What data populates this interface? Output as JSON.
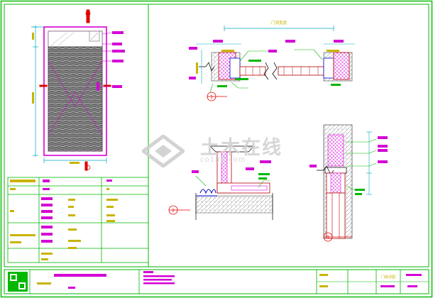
{
  "watermark": {
    "brand": "土木在线",
    "site": "co188.com"
  },
  "labels": {
    "title_block_caption": "门扇详图",
    "detail_width_label": "门洞宽度",
    "section_mark_a": "1",
    "section_mark_b": "2",
    "section_mark_c": "3"
  },
  "colors": {
    "frame": "#00b800",
    "door_outline": "#d400d4",
    "wood_fill": "#555555",
    "dimension": "#00a8c0",
    "cut_marker": "#e00000",
    "text_yellow": "#c8b400",
    "section_core": "#b80000"
  }
}
